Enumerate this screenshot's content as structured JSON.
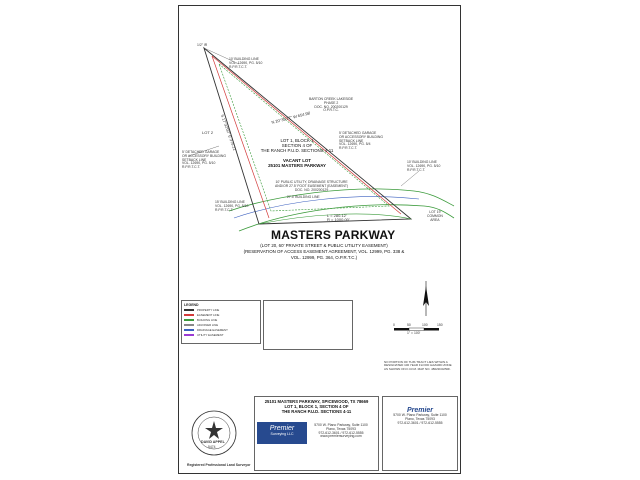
{
  "street": {
    "name": "MASTERS PARKWAY",
    "row_line": "(LOT 20, 60' PRIVATE STREET & PUBLIC UTILITY EASEMENT)",
    "reservation_line": "(RESERVATION OF ACCESS EASEMENT AGREEMENT, VOL. 12999, PG. 338 &",
    "reservation_line2": "VOL. 12999, PG. 364, O.P.R.T.C.)"
  },
  "lot": {
    "line1": "LOT 1, BLOCK 1",
    "line2": "SECTION 4 OF",
    "line3": "THE RANCH P.U.D. SECTIONS 4-11",
    "vacant_label": "VACANT LOT",
    "address": "25101 MASTERS PARKWAY"
  },
  "adjacent": {
    "barton_creek": [
      "BARTON CREEK LAKESIDE",
      "PHASE 2",
      "DOC. NO. 200200129",
      "O.P.R.T.C."
    ],
    "lot2": "LOT 2",
    "lot19": [
      "LOT 19",
      "COMMON",
      "AREA"
    ],
    "garage_left": [
      "5' DETACHED GARAGE",
      "OR ACCESSORY BUILDING",
      "SETBACK LINE",
      "VOL. 12690, PG. 5/10",
      "R.P.R.T.C.T."
    ],
    "garage_right": [
      "5' DETACHED GARAGE",
      "OR ACCESSORY BUILDING",
      "SETBACK LINE",
      "VOL. 12690, PG. 5/4",
      "R.P.R.T.C.T."
    ],
    "building_line_top": [
      "10' BUILDING LINE",
      "VOL. 12690, PG. 5/10",
      "R.P.R.T.C.T."
    ],
    "building_line_left": [
      "15' BUILDING LINE",
      "VOL. 12690, PG. 5/10",
      "R.P.R.T.C.T."
    ],
    "building_line_right": [
      "10' BUILDING LINE",
      "VOL. 12690, PG. 5/10",
      "R.P.R.T.C.T."
    ],
    "drainage": [
      "10' PUBLIC UTILITY, DRAINAGE STRUCTURE",
      "AND/OR 27.5' FOOT EASEMENT (EASEMENT)",
      "DOC. NO. 200200129"
    ],
    "building_line_center": "27.5' BUILDING LINE"
  },
  "bearings": {
    "north_line": "N 20°39'17\" W  654.98'",
    "west_line": "S 17°32'02\" E  375.22'",
    "curve": "L = 280.12'",
    "curve_r": "R = 1000.00'",
    "point": "1/2\" IR"
  },
  "legend": {
    "title": "LEGEND",
    "items": [
      {
        "label": "PROPERTY LINE",
        "color": "#333333"
      },
      {
        "label": "EASEMENT LINE",
        "color": "#d33a3a"
      },
      {
        "label": "BUILDING LINE",
        "color": "#3a9a3a"
      },
      {
        "label": "ADJOINER LINE",
        "color": "#888888"
      },
      {
        "label": "DRAINAGE EASEMENT",
        "color": "#3a5fbf"
      },
      {
        "label": "UTILITY EASEMENT",
        "color": "#9a3ad3"
      }
    ]
  },
  "flood_note": "NO PORTION OF THIS TRACT LIES WITHIN A DESIGNATED 100 YEAR FLOOD HAZARD ZONE AS SHOWN ON F.I.R.M. MAP NO. 48029C0250F.",
  "title_block": {
    "address_line": "25101 MASTERS PARKWAY, SPICEWOOD, TX 78669",
    "lot_line": "LOT 1, BLOCK 1, SECTION 4 OF",
    "pud_line": "THE RANCH P.U.D. SECTIONS 4-11",
    "company": "Premier",
    "company_sub": "Surveying LLC",
    "company_address": "5700 W. Plano Parkway, Suite 1100",
    "company_city": "Plano, Texas 75093",
    "company_phone": "972-612-3601 / 972-612-5555",
    "web": "www.premiersurveying.com",
    "surveyor_name": "DAVID APPEL",
    "surveyor_number": "5474",
    "surveyor_title": "Registered Professional Land Surveyor"
  },
  "scale": {
    "labels": [
      "0",
      "50",
      "100",
      "150"
    ],
    "text": "1\" = 100'"
  }
}
